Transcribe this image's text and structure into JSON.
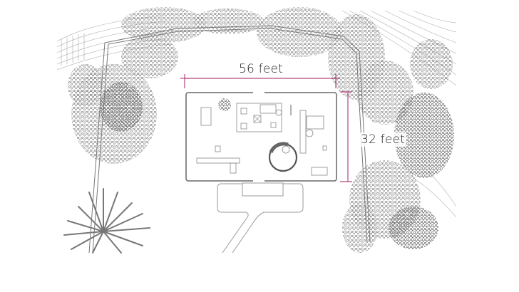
{
  "figure": {
    "type": "site-plan",
    "subject": "glass house floor plan with surrounding trees",
    "colors": {
      "background": "#ffffff",
      "linework": "#6f6f6f",
      "foliage": "#7a7a7a",
      "dimension": "#b0487f",
      "text": "#1a1a1a"
    }
  },
  "dimensions": {
    "width_label": "56 feet",
    "depth_label": "32 feet"
  }
}
